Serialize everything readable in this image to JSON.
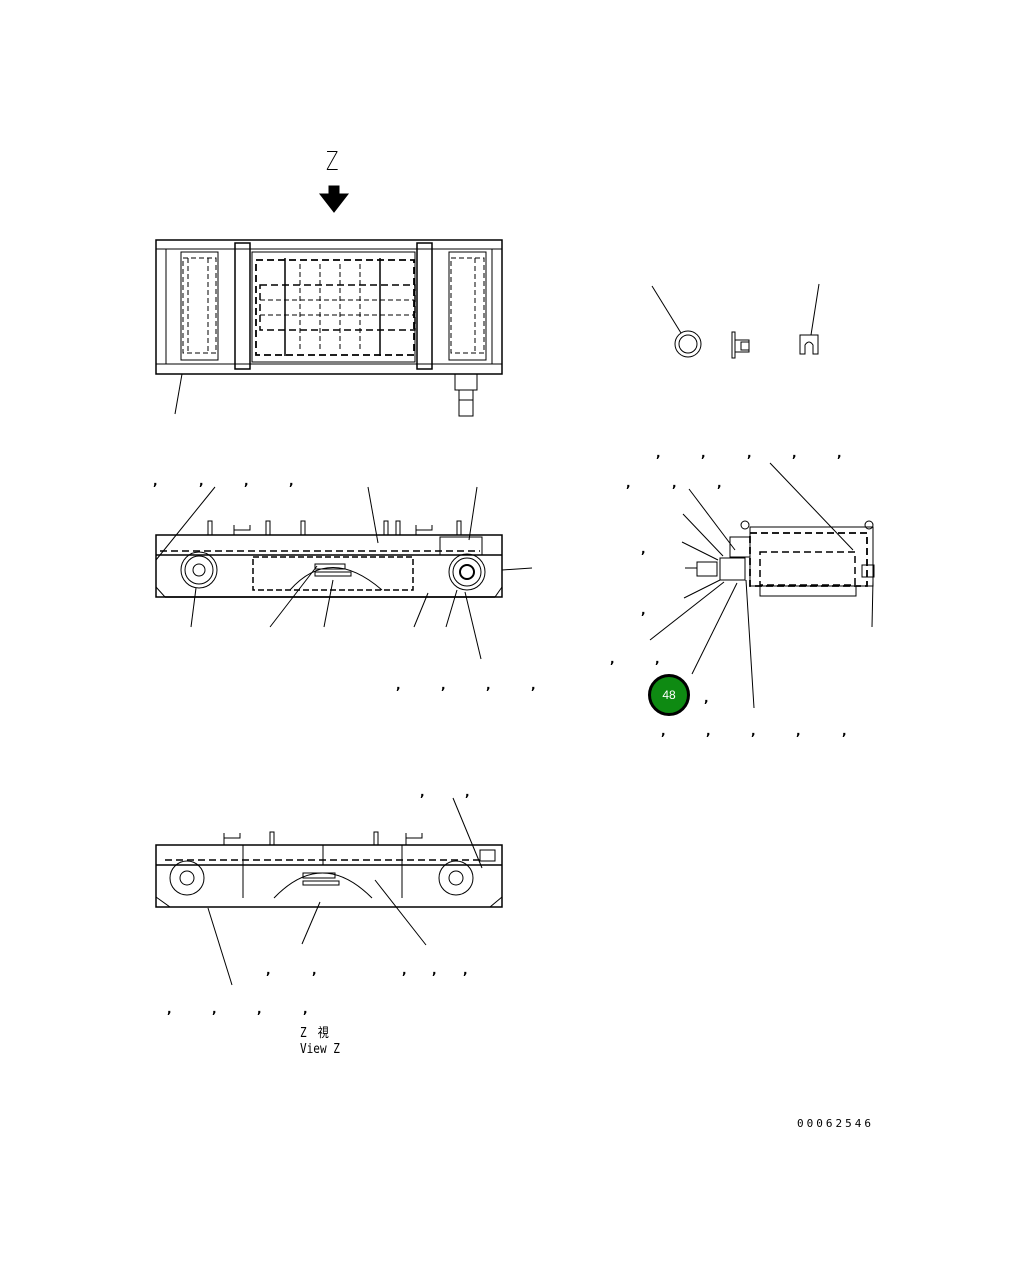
{
  "drawing": {
    "view_arrow_label": "Z",
    "view_caption_jp": "Z　視",
    "view_caption_en": "View Z",
    "document_number": "00062546",
    "callout": {
      "number": "48",
      "color": "#0e8a12",
      "border": "#000000",
      "text_color": "#ffffff"
    },
    "views": [
      {
        "id": "top-view",
        "description": "Plan view of radiator/cooler frame assembly"
      },
      {
        "id": "front-view",
        "description": "Side elevation of frame with rollers"
      },
      {
        "id": "side-view",
        "description": "End elevation with hose fitting"
      },
      {
        "id": "view-z",
        "description": "Elevation viewed from direction Z"
      },
      {
        "id": "detail-parts",
        "description": "Detail of washer, bolt and clip"
      }
    ],
    "separator_glyph": ","
  }
}
